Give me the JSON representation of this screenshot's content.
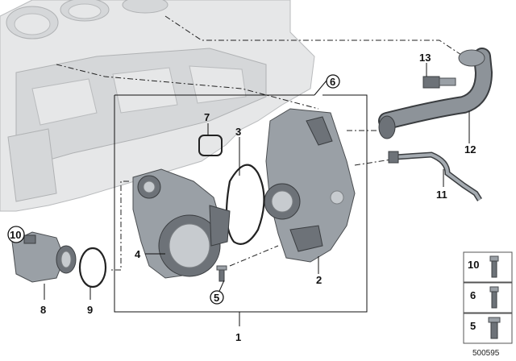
{
  "diagram_id": "500595",
  "callouts": {
    "c1": "1",
    "c2": "2",
    "c3": "3",
    "c4": "4",
    "c5": "5",
    "c6": "6",
    "c7": "7",
    "c8": "8",
    "c9": "9",
    "c10": "10",
    "c11": "11",
    "c12": "12",
    "c13": "13"
  },
  "legend": [
    "10",
    "6",
    "5"
  ],
  "colors": {
    "line": "#111111",
    "part": "#6d7278",
    "engine_block": "#e6e7e8"
  }
}
